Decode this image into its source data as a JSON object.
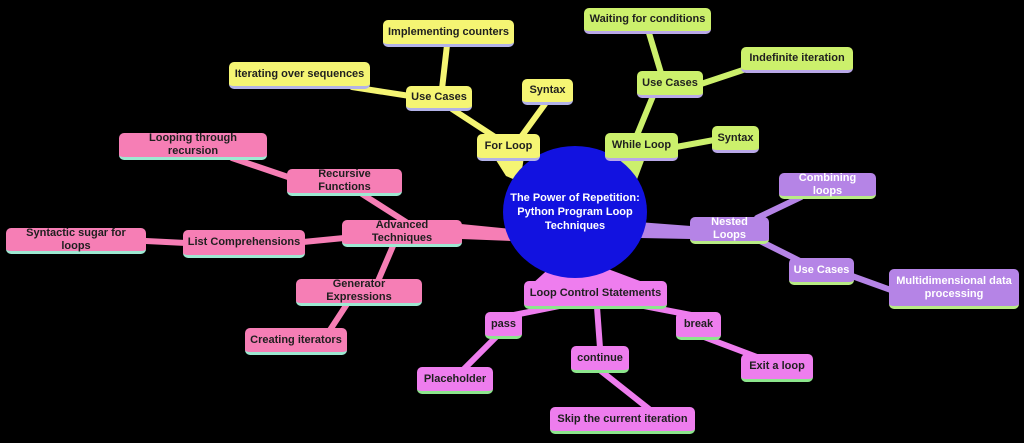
{
  "mindmap": {
    "center": {
      "label": "The Power of Repetition: Python Program Loop Techniques",
      "lines": [
        "The Power of Repetition:",
        "Python Program Loop",
        "Techniques"
      ]
    },
    "branches": [
      {
        "label": "For Loop",
        "children": [
          {
            "label": "Use Cases",
            "children": [
              {
                "label": "Implementing counters"
              },
              {
                "label": "Iterating over sequences"
              }
            ]
          },
          {
            "label": "Syntax"
          }
        ]
      },
      {
        "label": "While Loop",
        "children": [
          {
            "label": "Use Cases",
            "children": [
              {
                "label": "Waiting for conditions"
              },
              {
                "label": "Indefinite iteration"
              }
            ]
          },
          {
            "label": "Syntax"
          }
        ]
      },
      {
        "label": "Nested Loops",
        "children": [
          {
            "label": "Combining loops"
          },
          {
            "label": "Use Cases",
            "children": [
              {
                "label": "Multidimensional data processing"
              }
            ]
          }
        ]
      },
      {
        "label": "Loop Control Statements",
        "children": [
          {
            "label": "pass",
            "children": [
              {
                "label": "Placeholder"
              }
            ]
          },
          {
            "label": "continue",
            "children": [
              {
                "label": "Skip the current iteration"
              }
            ]
          },
          {
            "label": "break",
            "children": [
              {
                "label": "Exit a loop"
              }
            ]
          }
        ]
      },
      {
        "label": "Advanced Techniques",
        "children": [
          {
            "label": "Recursive Functions",
            "children": [
              {
                "label": "Looping through recursion"
              }
            ]
          },
          {
            "label": "List Comprehensions",
            "children": [
              {
                "label": "Syntactic sugar for loops"
              }
            ]
          },
          {
            "label": "Generator Expressions",
            "children": [
              {
                "label": "Creating iterators"
              }
            ]
          }
        ]
      }
    ]
  },
  "colors": {
    "background": "#000000",
    "center-fill": "#1212e0",
    "center-text": "#ffffff",
    "for-loop-fill": "#f5f573",
    "for-loop-accent": "#b2b2e8",
    "while-loop-fill": "#ccf06c",
    "while-loop-accent": "#b9a8e8",
    "nested-loops-fill": "#b584e6",
    "nested-loops-accent": "#b8ec84",
    "nested-loops-text": "#ffffff",
    "loop-control-fill": "#ee7dee",
    "loop-control-accent": "#8ce68c",
    "advanced-fill": "#f67eb5",
    "advanced-accent": "#9de9d2",
    "dark-text": "#1f1f1f"
  }
}
